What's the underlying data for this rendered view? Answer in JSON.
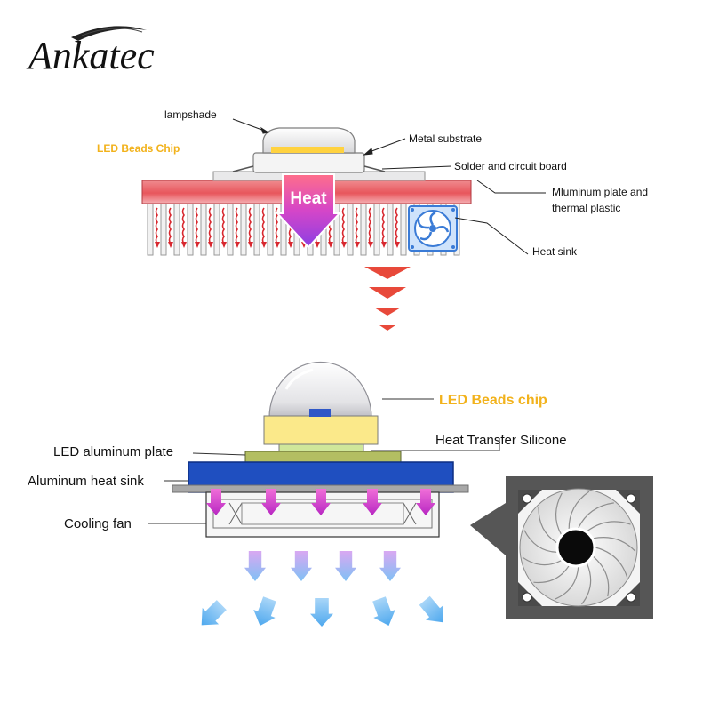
{
  "brand": {
    "name": "Ankatec"
  },
  "top_diagram": {
    "labels": {
      "lampshade": "lampshade",
      "led_beads_chip": "LED Beads Chip",
      "metal_substrate": "Metal substrate",
      "solder_circuit": "Solder and circuit board",
      "aluminum_plate_line1": "Mluminum plate and",
      "aluminum_plate_line2": "thermal plastic",
      "heat_sink": "Heat sink",
      "heat_arrow": "Heat"
    }
  },
  "bottom_diagram": {
    "labels": {
      "led_beads_chip": "LED Beads chip",
      "heat_transfer_silicone": "Heat Transfer Silicone",
      "led_aluminum_plate": "LED aluminum plate",
      "aluminum_heat_sink": "Aluminum heat sink",
      "cooling_fan": "Cooling fan"
    }
  },
  "colors": {
    "accent_orange": "#f2b21b",
    "heat_red": "#e8493a",
    "plate_blue": "#1f4fc0",
    "airflow_blue": "#8fc4f2",
    "arrow_magenta": "#d83cc8"
  }
}
